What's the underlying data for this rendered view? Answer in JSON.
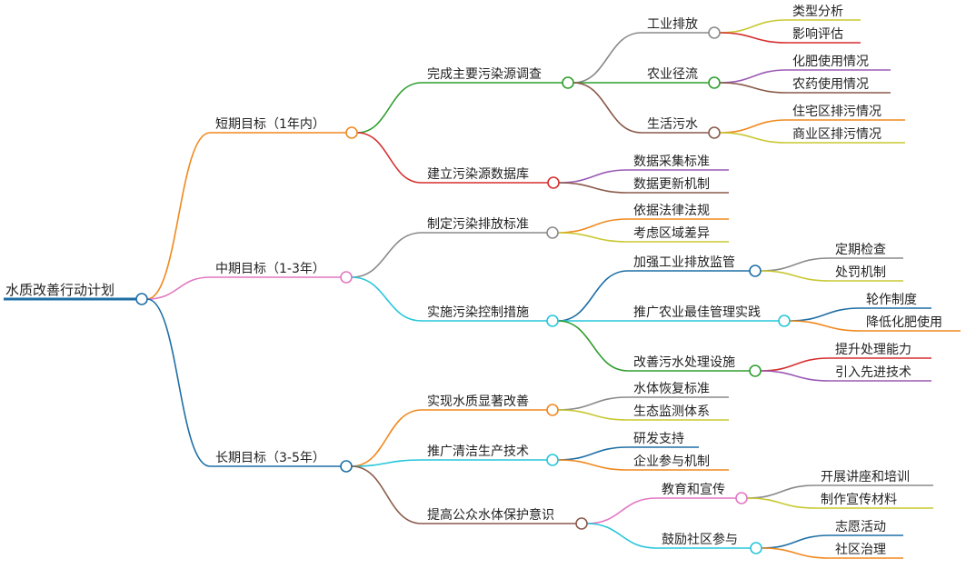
{
  "root": {
    "id": "root",
    "label": "水质改善行动计划",
    "color": "#1f6fa5"
  },
  "nodes": [
    {
      "id": "s",
      "parent": "root",
      "label": "短期目标（1年内）",
      "color": "#f0891e"
    },
    {
      "id": "s1",
      "parent": "s",
      "label": "完成主要污染源调查",
      "color": "#2e9e2e"
    },
    {
      "id": "s1a",
      "parent": "s1",
      "label": "工业排放",
      "color": "#8a8a8a"
    },
    {
      "id": "s1a1",
      "parent": "s1a",
      "label": "类型分析",
      "color": "#c8c832"
    },
    {
      "id": "s1a2",
      "parent": "s1a",
      "label": "影响评估",
      "color": "#d62e2e"
    },
    {
      "id": "s1b",
      "parent": "s1",
      "label": "农业径流",
      "color": "#2e9e2e"
    },
    {
      "id": "s1b1",
      "parent": "s1b",
      "label": "化肥使用情况",
      "color": "#9a5ab4"
    },
    {
      "id": "s1b2",
      "parent": "s1b",
      "label": "农药使用情况",
      "color": "#8a5a4a"
    },
    {
      "id": "s1c",
      "parent": "s1",
      "label": "生活污水",
      "color": "#8a5a4a"
    },
    {
      "id": "s1c1",
      "parent": "s1c",
      "label": "住宅区排污情况",
      "color": "#f0891e"
    },
    {
      "id": "s1c2",
      "parent": "s1c",
      "label": "商业区排污情况",
      "color": "#c8c832"
    },
    {
      "id": "s2",
      "parent": "s",
      "label": "建立污染源数据库",
      "color": "#d62e2e"
    },
    {
      "id": "s2a",
      "parent": "s2",
      "label": "数据采集标准",
      "color": "#9a5ab4"
    },
    {
      "id": "s2b",
      "parent": "s2",
      "label": "数据更新机制",
      "color": "#8a5a4a"
    },
    {
      "id": "m",
      "parent": "root",
      "label": "中期目标（1-3年）",
      "color": "#e377c2"
    },
    {
      "id": "m1",
      "parent": "m",
      "label": "制定污染排放标准",
      "color": "#8a8a8a"
    },
    {
      "id": "m1a",
      "parent": "m1",
      "label": "依据法律法规",
      "color": "#f0891e"
    },
    {
      "id": "m1b",
      "parent": "m1",
      "label": "考虑区域差异",
      "color": "#c8c832"
    },
    {
      "id": "m2",
      "parent": "m",
      "label": "实施污染控制措施",
      "color": "#26c6da"
    },
    {
      "id": "m2a",
      "parent": "m2",
      "label": "加强工业排放监管",
      "color": "#1f6fa5"
    },
    {
      "id": "m2a1",
      "parent": "m2a",
      "label": "定期检查",
      "color": "#8a8a8a"
    },
    {
      "id": "m2a2",
      "parent": "m2a",
      "label": "处罚机制",
      "color": "#c8c832"
    },
    {
      "id": "m2b",
      "parent": "m2",
      "label": "推广农业最佳管理实践",
      "color": "#26c6da"
    },
    {
      "id": "m2b1",
      "parent": "m2b",
      "label": "轮作制度",
      "color": "#1f6fa5"
    },
    {
      "id": "m2b2",
      "parent": "m2b",
      "label": "降低化肥使用",
      "color": "#f0891e"
    },
    {
      "id": "m2c",
      "parent": "m2",
      "label": "改善污水处理设施",
      "color": "#2e9e2e"
    },
    {
      "id": "m2c1",
      "parent": "m2c",
      "label": "提升处理能力",
      "color": "#d62e2e"
    },
    {
      "id": "m2c2",
      "parent": "m2c",
      "label": "引入先进技术",
      "color": "#9a5ab4"
    },
    {
      "id": "l",
      "parent": "root",
      "label": "长期目标（3-5年）",
      "color": "#1f6fa5"
    },
    {
      "id": "l1",
      "parent": "l",
      "label": "实现水质显著改善",
      "color": "#f0891e"
    },
    {
      "id": "l1a",
      "parent": "l1",
      "label": "水体恢复标准",
      "color": "#8a8a8a"
    },
    {
      "id": "l1b",
      "parent": "l1",
      "label": "生态监测体系",
      "color": "#c8c832"
    },
    {
      "id": "l2",
      "parent": "l",
      "label": "推广清洁生产技术",
      "color": "#26c6da"
    },
    {
      "id": "l2a",
      "parent": "l2",
      "label": "研发支持",
      "color": "#1f6fa5"
    },
    {
      "id": "l2b",
      "parent": "l2",
      "label": "企业参与机制",
      "color": "#f0891e"
    },
    {
      "id": "l3",
      "parent": "l",
      "label": "提高公众水体保护意识",
      "color": "#8a5a4a"
    },
    {
      "id": "l3a",
      "parent": "l3",
      "label": "教育和宣传",
      "color": "#e377c2"
    },
    {
      "id": "l3a1",
      "parent": "l3a",
      "label": "开展讲座和培训",
      "color": "#8a8a8a"
    },
    {
      "id": "l3a2",
      "parent": "l3a",
      "label": "制作宣传材料",
      "color": "#c8c832"
    },
    {
      "id": "l3b",
      "parent": "l3",
      "label": "鼓励社区参与",
      "color": "#26c6da"
    },
    {
      "id": "l3b1",
      "parent": "l3b",
      "label": "志愿活动",
      "color": "#1f6fa5"
    },
    {
      "id": "l3b2",
      "parent": "l3b",
      "label": "社区治理",
      "color": "#f0891e"
    }
  ]
}
